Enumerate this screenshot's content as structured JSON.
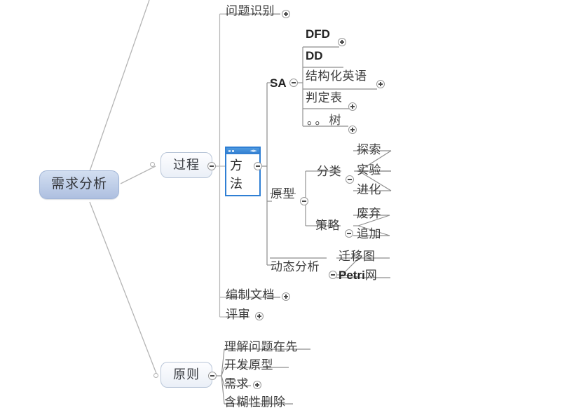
{
  "app": {
    "type": "mind-map",
    "background": "#ffffff",
    "line_color": "#b3b3b3",
    "accent": "#2f7fd4",
    "root_fill_top": "#d3dff1",
    "root_fill_bottom": "#aebfe0",
    "root_border": "#9fb4d6",
    "bubble_fill": "#f4f7fb",
    "bubble_border": "#b9c6d8"
  },
  "root": {
    "label": "需求分析"
  },
  "branches": {
    "process": {
      "label": "过程",
      "toggle": "minus",
      "children": {
        "problem_identification": {
          "label": "问题识别",
          "toggle": "plus"
        },
        "method": {
          "label": "方法",
          "toggle": "minus",
          "selected": true,
          "children": {
            "sa": {
              "label": "SA",
              "toggle": "minus",
              "children": [
                {
                  "label": "DFD",
                  "toggle": "plus",
                  "style": "bold-latin"
                },
                {
                  "label": "DD",
                  "toggle": "none",
                  "style": "bold-latin"
                },
                {
                  "label": "结构化英语",
                  "toggle": "plus",
                  "style": "cjk"
                },
                {
                  "label": "判定表",
                  "toggle": "plus",
                  "style": "cjk"
                },
                {
                  "label": "。。树",
                  "toggle": "plus",
                  "style": "dots"
                }
              ]
            },
            "prototype": {
              "label": "原型",
              "toggle": "minus",
              "children": {
                "classification": {
                  "label": "分类",
                  "toggle": "minus",
                  "children": [
                    {
                      "label": "探索"
                    },
                    {
                      "label": "实验"
                    },
                    {
                      "label": "进化"
                    }
                  ]
                },
                "strategy": {
                  "label": "策略",
                  "toggle": "minus",
                  "children": [
                    {
                      "label": "废弃"
                    },
                    {
                      "label": "追加"
                    }
                  ]
                }
              }
            },
            "dynamic_analysis": {
              "label": "动态分析",
              "toggle": "minus",
              "children": [
                {
                  "label": "迁移图",
                  "style": "cjk"
                },
                {
                  "label_latin": "Petri",
                  "label_cjk": "网",
                  "style": "mixed"
                }
              ]
            }
          }
        },
        "documentation": {
          "label": "编制文档",
          "toggle": "plus"
        },
        "review": {
          "label": "评审",
          "toggle": "plus"
        }
      }
    },
    "principles": {
      "label": "原则",
      "toggle": "minus",
      "children": [
        {
          "label": "理解问题在先",
          "toggle": "none"
        },
        {
          "label": "开发原型",
          "toggle": "none"
        },
        {
          "label": "需求",
          "toggle": "plus"
        },
        {
          "label": "含糊性删除",
          "toggle": "none"
        }
      ]
    }
  }
}
